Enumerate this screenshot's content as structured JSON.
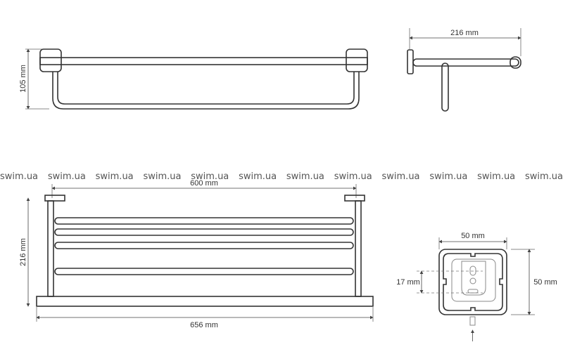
{
  "dimensions": {
    "front_height": "105 mm",
    "side_depth": "216 mm",
    "top_mount_spacing": "600 mm",
    "top_depth": "216 mm",
    "top_width": "656 mm",
    "base_width": "50 mm",
    "base_height": "50 mm",
    "hole_spacing": "17 mm"
  },
  "watermark": [
    "swim.ua",
    "swim.ua",
    "swim.ua",
    "swim.ua",
    "swim.ua",
    "swim.ua",
    "swim.ua",
    "swim.ua",
    "swim.ua",
    "swim.ua",
    "swim.ua",
    "swim.ua"
  ]
}
